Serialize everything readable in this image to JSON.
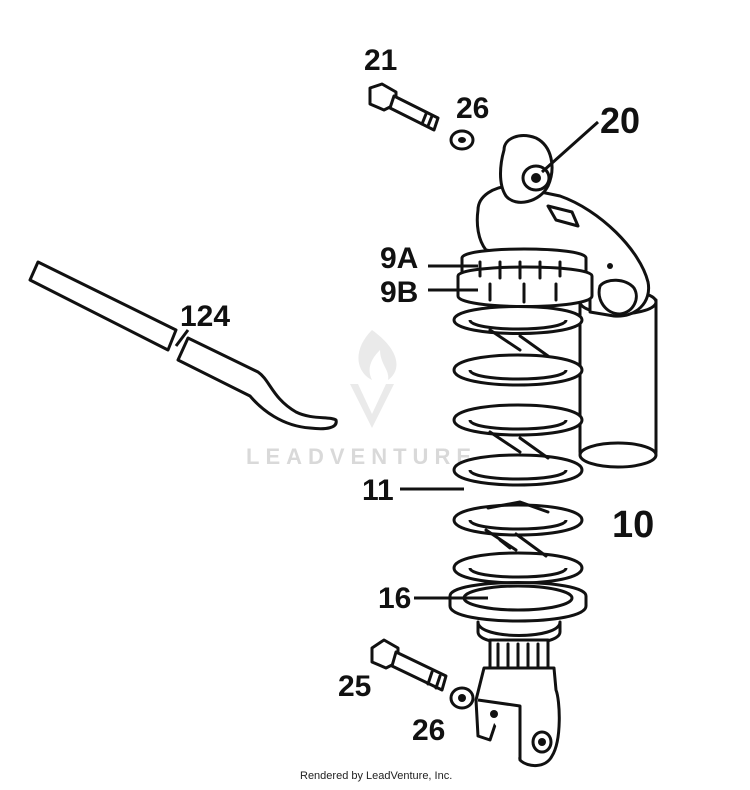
{
  "callouts": {
    "c21": "21",
    "c26_top": "26",
    "c20": "20",
    "c9a": "9A",
    "c9b": "9B",
    "c124": "124",
    "c11": "11",
    "c10": "10",
    "c16": "16",
    "c25": "25",
    "c26_bottom": "26"
  },
  "watermark": {
    "text": "LEADVENTURE"
  },
  "footer": {
    "credit": "Rendered by LeadVenture, Inc."
  }
}
